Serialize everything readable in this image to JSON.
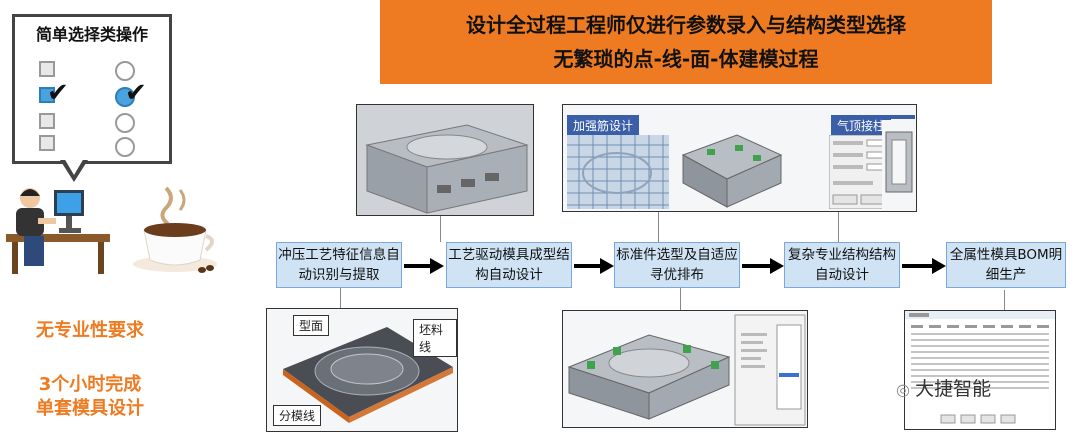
{
  "banner": {
    "line1": "设计全过程工程师仅进行参数录入与结构类型选择",
    "line2": "无繁琐的点-线-面-体建模过程"
  },
  "bubble": {
    "title": "简单选择类操作"
  },
  "left_captions": {
    "no_requirement": "无专业性要求",
    "hours_line1": "3个小时完成",
    "hours_line2": "单套模具设计"
  },
  "steps": [
    {
      "label": "冲压工艺特征信息自动识别与提取"
    },
    {
      "label": "工艺驱动模具成型结构自动设计"
    },
    {
      "label": "标准件选型及自适应寻优排布"
    },
    {
      "label": "复杂专业结构结构自动设计"
    },
    {
      "label": "全属性模具BOM明细生产"
    }
  ],
  "image_tags": {
    "rib_design": "加强筋设计",
    "vent_pillar_design": "气顶接柱设计",
    "profile": "型面",
    "blank_line": "坯料线",
    "parting_line": "分模线"
  },
  "watermark": "大捷智能",
  "colors": {
    "accent": "#ee7b22",
    "step_fill": "#cfe3f5",
    "tag_blue": "#3a5fa8"
  }
}
